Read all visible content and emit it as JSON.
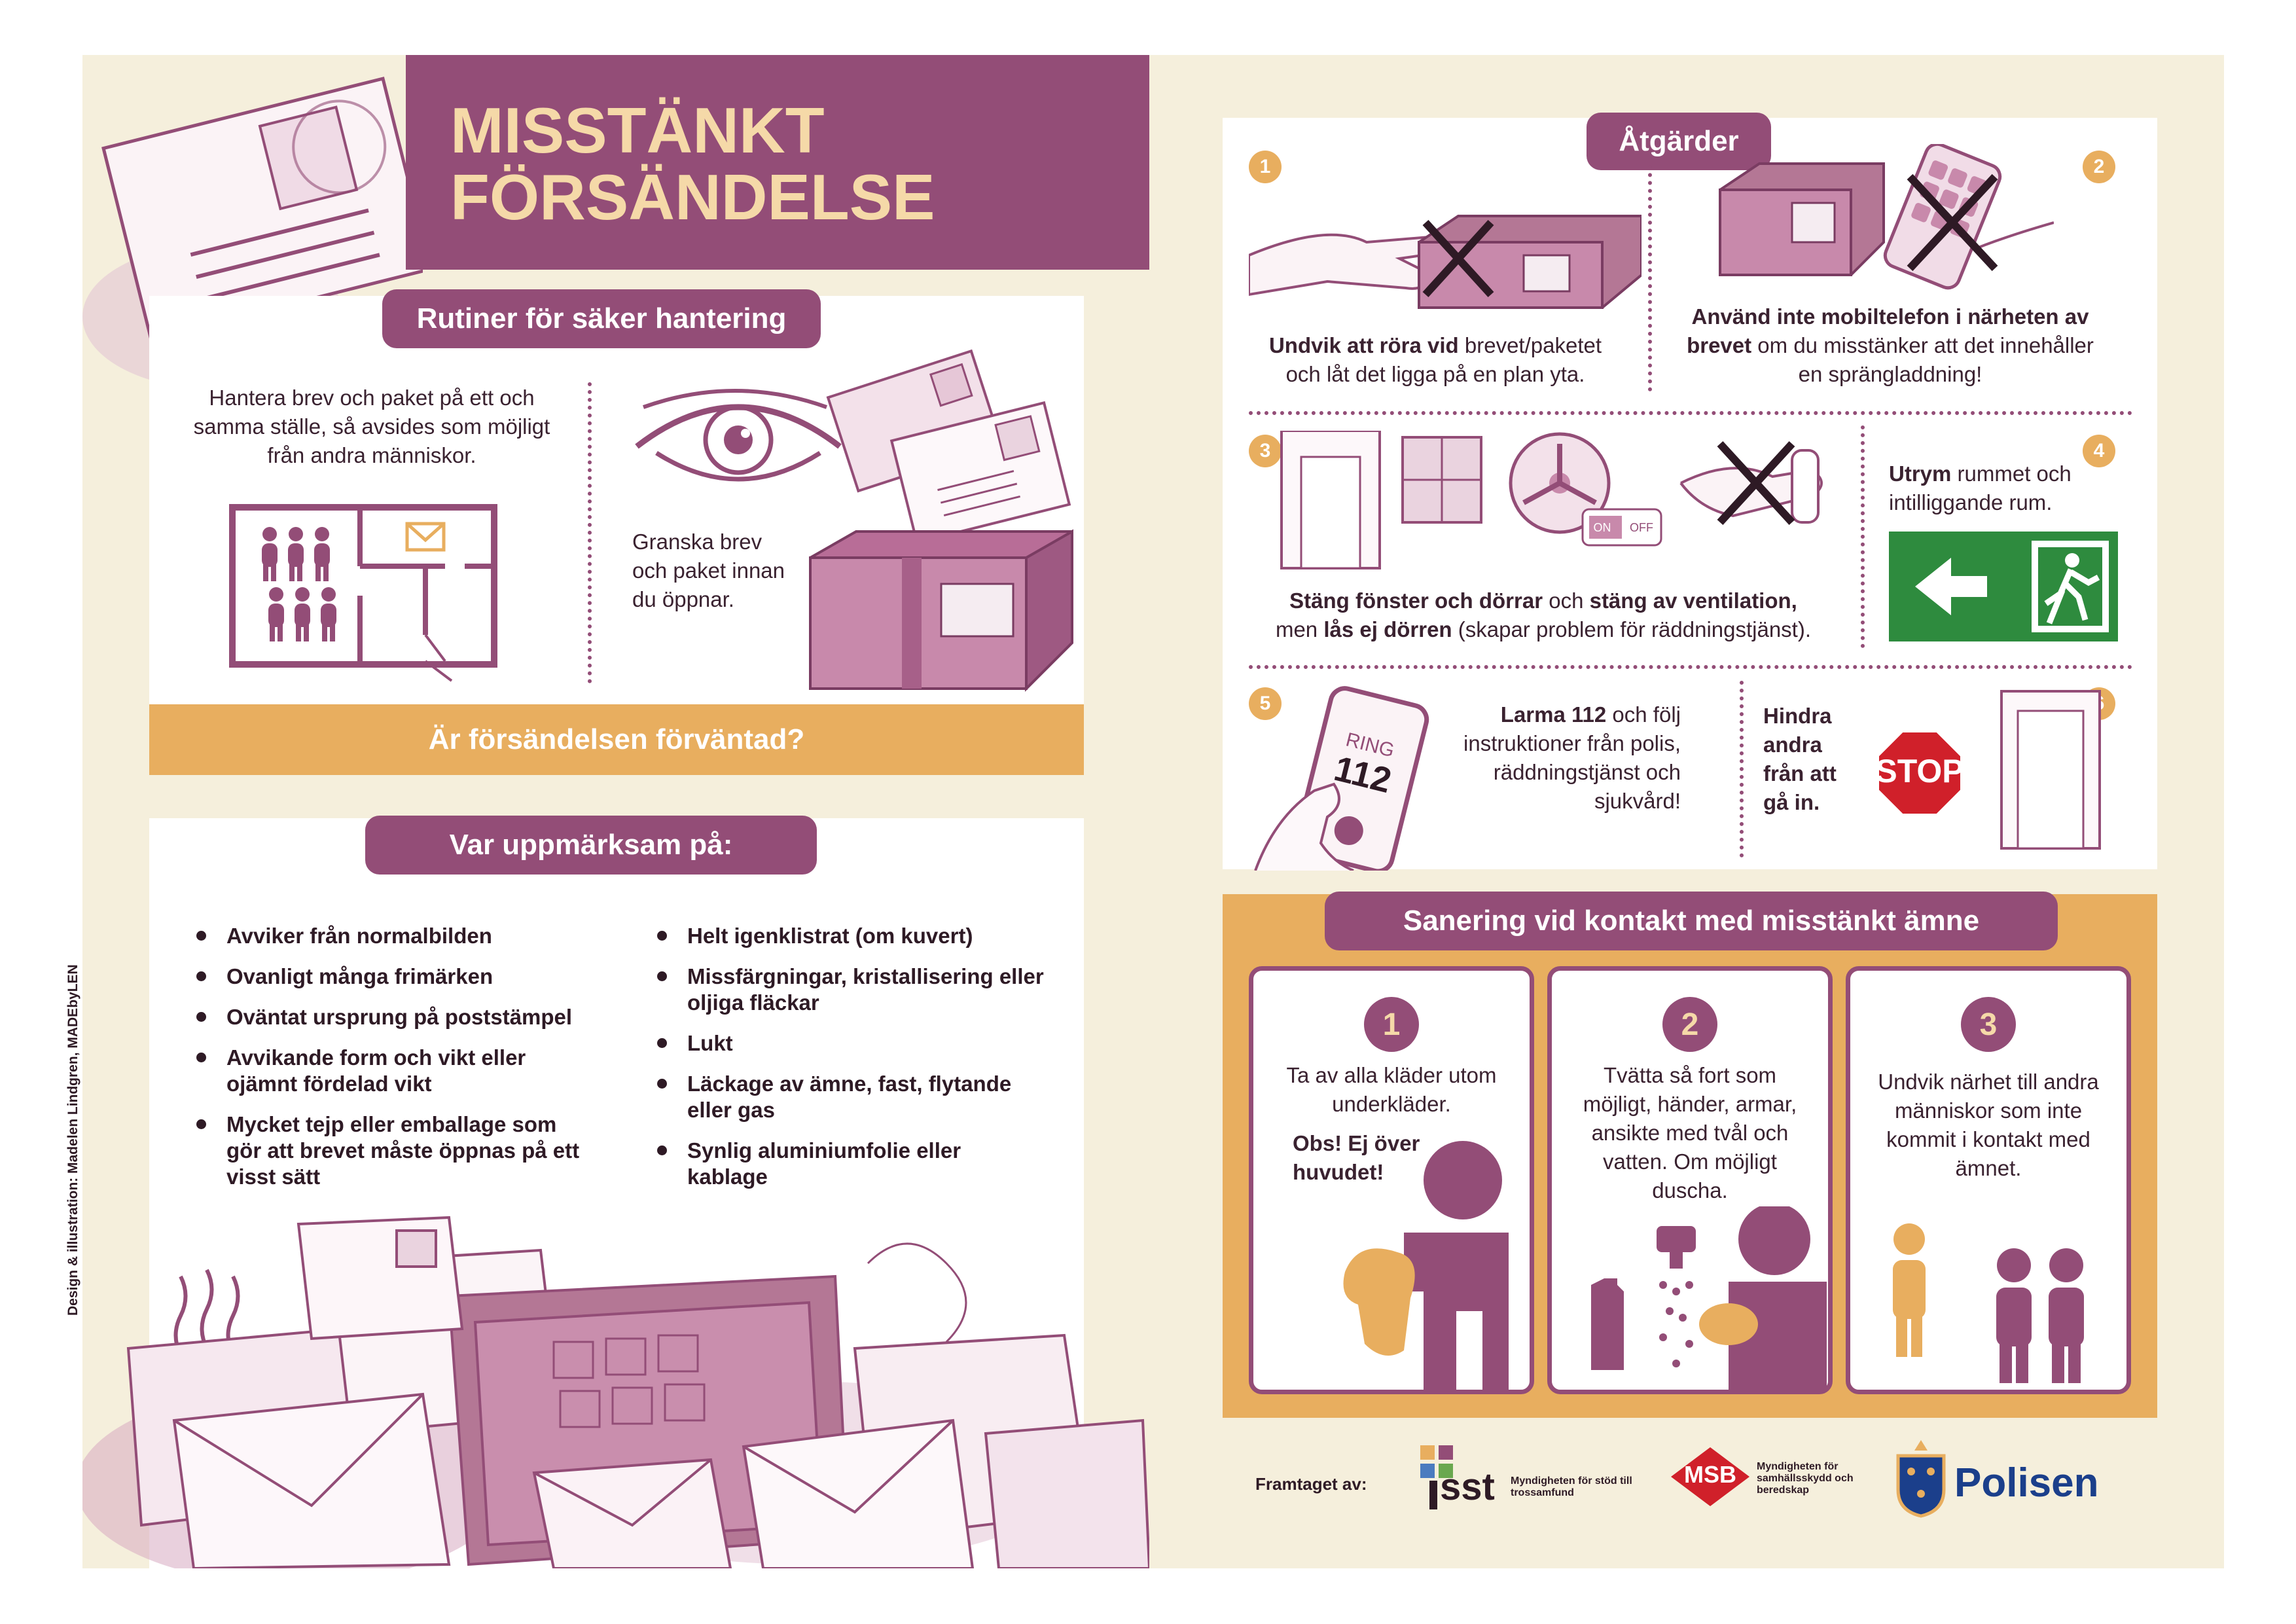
{
  "title": {
    "line1": "MISSTÄNKT",
    "line2": "FÖRSÄNDELSE"
  },
  "routines": {
    "heading": "Rutiner för säker hantering",
    "text1": "Hantera brev och paket på ett och samma ställe, så avsides som möjligt från andra människor.",
    "text2": "Granska brev och paket innan du öppnar.",
    "question": "Är försändelsen förväntad?"
  },
  "attention": {
    "heading": "Var uppmärksam på:",
    "left": [
      "Avviker från normalbilden",
      "Ovanligt många frimärken",
      "Oväntat ursprung på poststämpel",
      "Avvikande form och vikt eller ojämnt fördelad vikt",
      "Mycket tejp eller emballage som gör att brevet måste öppnas på ett visst sätt"
    ],
    "right": [
      "Helt igenklistrat (om kuvert)",
      "Missfärgningar, kristallisering eller oljiga fläckar",
      "Lukt",
      "Läckage av ämne, fast, flytande eller gas",
      "Synlig aluminiumfolie eller kablage"
    ]
  },
  "credit": "Design & illustration: Madelen Lindgren, MADEbyLEN",
  "actions": {
    "heading": "Åtgärder",
    "steps": [
      {
        "num": "1",
        "bold": "Undvik att röra vid",
        "rest": " brevet/paketet och låt det ligga på en plan yta."
      },
      {
        "num": "2",
        "bold": "Använd inte mobiltelefon i närheten av brevet",
        "rest": " om du misstänker att det innehåller en sprängladdning!"
      },
      {
        "num": "3",
        "bold": "Stäng fönster och dörrar",
        "mid": " och ",
        "bold2": "stäng av ventilation,",
        "br": "men ",
        "bold3": "lås ej dörren",
        "rest": " (skapar problem för räddningstjänst)."
      },
      {
        "num": "4",
        "bold": "Utrym",
        "rest": " rummet och intilliggande rum."
      },
      {
        "num": "5",
        "bold": "Larma 112",
        "rest": " och följ instruktioner från polis, räddningstjänst och sjukvård!"
      },
      {
        "num": "6",
        "bold": "Hindra andra från att gå in."
      }
    ],
    "switch_on": "ON",
    "switch_off": "OFF",
    "phone_ring": "RING",
    "phone_number": "112",
    "stop_sign": "STOP"
  },
  "sanitation": {
    "heading": "Sanering vid kontakt med misstänkt ämne",
    "cards": [
      {
        "num": "1",
        "text": "Ta av alla kläder utom underkläder.",
        "note": "Obs! Ej över huvudet!"
      },
      {
        "num": "2",
        "text": "Tvätta så fort som möjligt, händer, armar, ansikte med tvål och vatten. Om möjligt duscha."
      },
      {
        "num": "3",
        "text": "Undvik närhet till andra människor som inte kommit i kontakt med ämnet."
      }
    ]
  },
  "footer": {
    "made_by": "Framtaget av:",
    "sst_name": "sst",
    "sst_text": "Myndigheten för stöd till trossamfund",
    "msb_name": "MSB",
    "msb_text": "Myndigheten för samhällsskydd och beredskap",
    "polis_name": "Polisen"
  },
  "colors": {
    "plum": "#934d77",
    "orange": "#e8ae5f",
    "cream": "#f5efdc",
    "light_plum": "#c99fb8",
    "title_text": "#f5d9a8",
    "exit_green": "#2e8b3e",
    "stop_red": "#d0202a"
  }
}
